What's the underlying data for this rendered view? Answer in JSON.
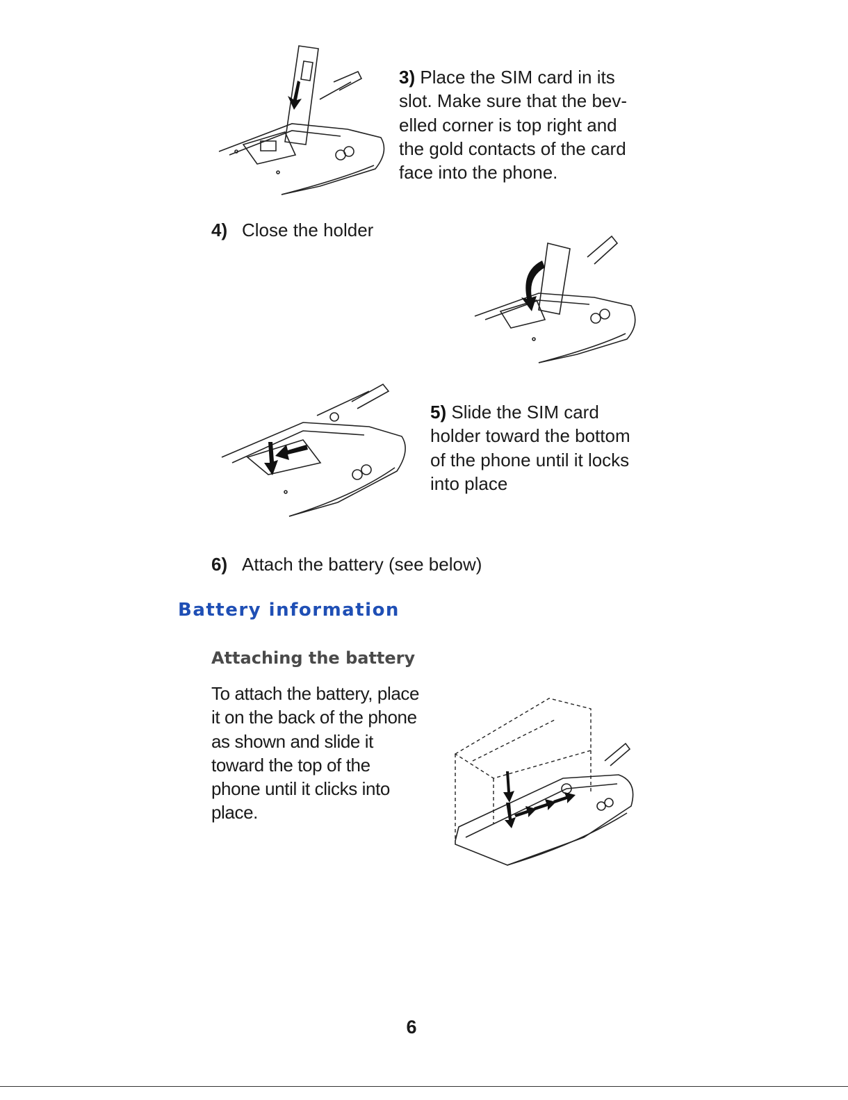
{
  "steps": {
    "s3": {
      "num": "3)",
      "text": "Place the SIM card in its slot. Make sure that the bevelled corner is top right and the gold contacts of the card face into the phone.",
      "lines": [
        "Place the SIM card in its",
        "slot. Make sure that the bev-",
        "elled corner is top right and",
        "the gold contacts of the card",
        "face into the phone."
      ]
    },
    "s4": {
      "num": "4)",
      "text": "Close the holder"
    },
    "s5": {
      "num": "5)",
      "lines": [
        "Slide the SIM card",
        "holder toward the bottom",
        "of the phone until it locks",
        "into place"
      ]
    },
    "s6": {
      "num": "6)",
      "text": "Attach the battery (see below)"
    }
  },
  "section": {
    "heading": "Battery information",
    "subheading": "Attaching the battery",
    "body_lines": [
      "To attach the battery, place",
      "it on the back of the phone",
      "as shown and slide it",
      "toward the top of the",
      "phone until it clicks into",
      "place."
    ]
  },
  "page_number": "6",
  "figures": {
    "fig1": "sim-insert-illustration",
    "fig2": "sim-holder-close-illustration",
    "fig3": "sim-holder-slide-illustration",
    "fig4": "battery-attach-illustration"
  }
}
